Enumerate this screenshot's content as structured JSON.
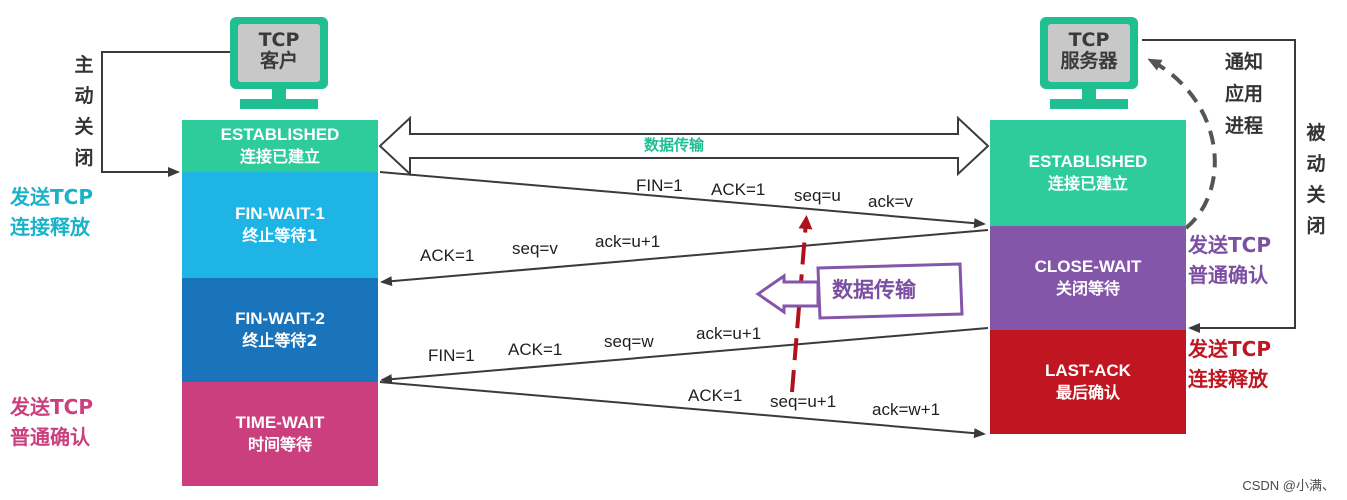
{
  "client": {
    "title_line1": "TCP",
    "title_line2": "客户"
  },
  "server": {
    "title_line1": "TCP",
    "title_line2": "服务器"
  },
  "client_states": [
    {
      "en": "ESTABLISHED",
      "zh": "连接已建立",
      "color": "#2ecc9a"
    },
    {
      "en": "FIN-WAIT-1",
      "zh": "终止等待1",
      "color": "#1eb4e6"
    },
    {
      "en": "FIN-WAIT-2",
      "zh": "终止等待2",
      "color": "#1a74bb"
    },
    {
      "en": "TIME-WAIT",
      "zh": "时间等待",
      "color": "#cc3f7e"
    }
  ],
  "server_states": [
    {
      "en": "ESTABLISHED",
      "zh": "连接已建立",
      "color": "#2ecc9a"
    },
    {
      "en": "CLOSE-WAIT",
      "zh": "关闭等待",
      "color": "#8456aa"
    },
    {
      "en": "LAST-ACK",
      "zh": "最后确认",
      "color": "#c01621"
    }
  ],
  "labels": {
    "active_close": [
      "主",
      "动",
      "关",
      "闭"
    ],
    "passive_close": [
      "被",
      "动",
      "关",
      "闭"
    ],
    "notify_app": [
      "通知",
      "应用",
      "进程"
    ],
    "left_send_release": [
      "发送TCP",
      "连接释放"
    ],
    "left_send_ack": [
      "发送TCP",
      "普通确认"
    ],
    "right_send_ack": [
      "发送TCP",
      "普通确认"
    ],
    "right_send_release": [
      "发送TCP",
      "连接释放"
    ],
    "data_transfer_top": "数据传输",
    "data_transfer_mid": "数据传输"
  },
  "messages": {
    "fin1": [
      "FIN=1",
      "ACK=1",
      "seq=u",
      "ack=v"
    ],
    "ack1": [
      "ACK=1",
      "seq=v",
      "ack=u+1"
    ],
    "fin2": [
      "FIN=1",
      "ACK=1",
      "seq=w",
      "ack=u+1"
    ],
    "ack2": [
      "ACK=1",
      "seq=u+1",
      "ack=w+1"
    ]
  },
  "colors": {
    "teal_text": "#19b3c9",
    "purple_text": "#7c4fa3",
    "red_text": "#c01621",
    "pink_text": "#cc3f7e",
    "arrow_gray": "#3a3a3a",
    "pc_green": "#1fbf92",
    "pc_screen": "#c8c8c8",
    "data_arrow_purple": "#8456aa",
    "dashed_red": "#b0121b"
  },
  "watermark": "CSDN @小满、"
}
